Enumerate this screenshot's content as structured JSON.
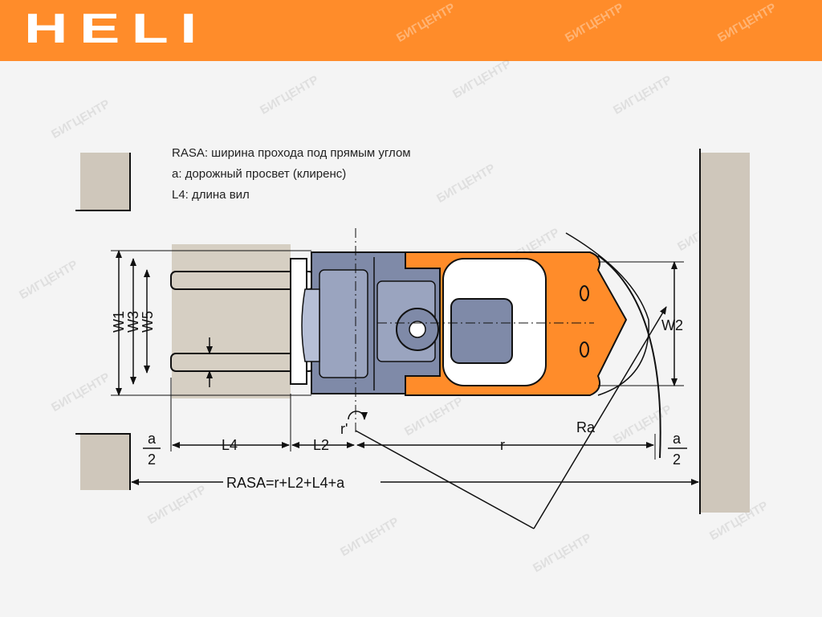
{
  "brand": {
    "logo_text": "HELI",
    "watermark": "БИГЦЕНТР"
  },
  "legend": {
    "rasa": "RASA: ширина прохода под прямым углом",
    "a": "a: дорожный просвет (клиренс)",
    "l4": "L4: длина вил"
  },
  "labels": {
    "w1": "W1",
    "w3": "W3",
    "w5": "W5",
    "w2": "W2",
    "l4": "L4",
    "l2": "L2",
    "r": "r",
    "r_small": "r'",
    "ra": "Ra",
    "a": "a",
    "two": "2",
    "formula": "RASA=r+L2+L4+a"
  },
  "colors": {
    "header": "#ff8c2a",
    "body": "#ff8c2a",
    "frame": "#7f8aa8",
    "wall": "#cfc7bb",
    "load": "#d6cfc3"
  }
}
